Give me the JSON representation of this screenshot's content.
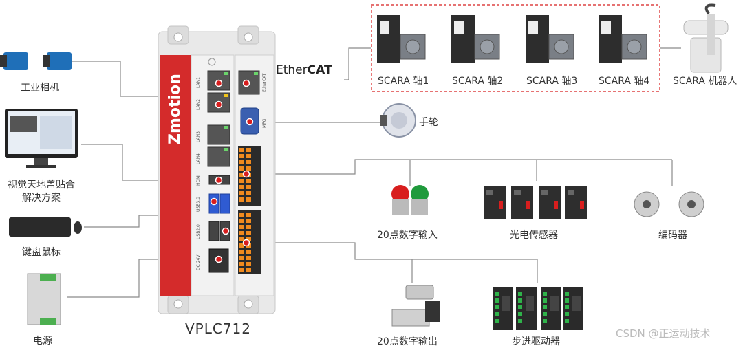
{
  "controller": {
    "brand": "Zmotion",
    "model": "VPLC712"
  },
  "bus_label": {
    "prefix": "Ether",
    "suffix": "CAT"
  },
  "port_labels": {
    "lan1": "LAN1",
    "lan2": "LAN2",
    "lan3": "LAN3",
    "lan4": "LAN4",
    "hdmi": "HDMI",
    "usb3": "USB3.0",
    "usb2": "USB2.0",
    "dc": "DC 24V",
    "ethercat": "EtherCAT",
    "mpg": "MPG"
  },
  "devices": {
    "camera": "工业相机",
    "vision_line1": "视觉天地盖贴合",
    "vision_line2": "解决方案",
    "keyboard": "键盘鼠标",
    "power": "电源",
    "handwheel": "手轮",
    "axis1": "SCARA 轴1",
    "axis2": "SCARA 轴2",
    "axis3": "SCARA 轴3",
    "axis4": "SCARA 轴4",
    "robot": "SCARA 机器人",
    "digital_in": "20点数字输入",
    "photo_sensor": "光电传感器",
    "encoder": "编码器",
    "digital_out": "20点数字输出",
    "stepper": "步进驱动器"
  },
  "watermark": "CSDN @正运动技术",
  "colors": {
    "brand_red": "#d42b2b",
    "accent_red": "#d81e1e",
    "line": "#888888",
    "terminal_orange": "#f08a1e"
  }
}
